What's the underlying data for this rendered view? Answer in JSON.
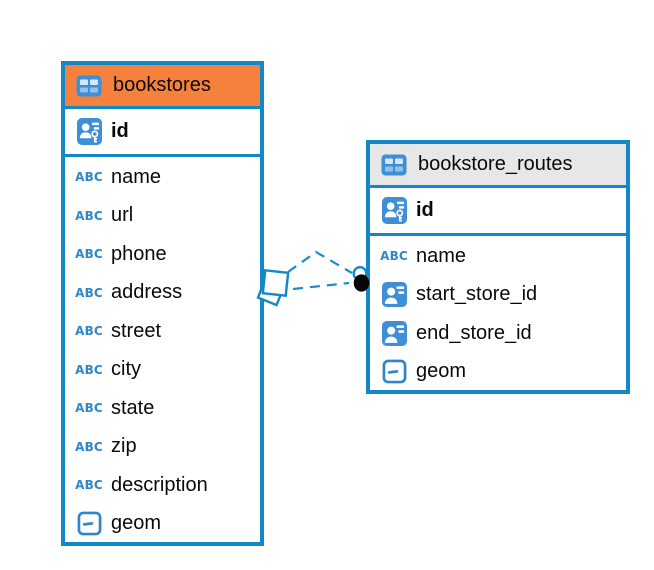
{
  "diagram": {
    "icons": {
      "text_type_glyph": "ABC"
    },
    "colors": {
      "table_border": "#1288c9",
      "bookstores_header_bg": "#f6813d",
      "routes_header_bg": "#e7e7e7",
      "icon_blue": "#3e8fd5",
      "type_icon_blue": "#2f87ca",
      "relationship_line": "#1b8bcd",
      "relationship_dot": "#000000",
      "text": "#000000",
      "background": "#ffffff"
    },
    "tables": [
      {
        "title": "bookstores",
        "id_field": "id",
        "id_field_type": "primary-key",
        "columns": [
          {
            "label": "name",
            "type": "text"
          },
          {
            "label": "url",
            "type": "text"
          },
          {
            "label": "phone",
            "type": "text"
          },
          {
            "label": "address",
            "type": "text"
          },
          {
            "label": "street",
            "type": "text"
          },
          {
            "label": "city",
            "type": "text"
          },
          {
            "label": "state",
            "type": "text"
          },
          {
            "label": "zip",
            "type": "text"
          },
          {
            "label": "description",
            "type": "text"
          },
          {
            "label": "geom",
            "type": "geometry"
          }
        ]
      },
      {
        "title": "bookstore_routes",
        "id_field": "id",
        "id_field_type": "primary-key",
        "columns": [
          {
            "label": "name",
            "type": "text"
          },
          {
            "label": "start_store_id",
            "type": "reference"
          },
          {
            "label": "end_store_id",
            "type": "reference"
          },
          {
            "label": "geom",
            "type": "geometry"
          }
        ]
      }
    ],
    "relationship": {
      "from_table": "bookstores",
      "to_table": "bookstore_routes",
      "line_style": "dashed",
      "line_count": 2,
      "from_marker": "overlapping-squares",
      "to_marker": "circle-and-dot"
    }
  }
}
